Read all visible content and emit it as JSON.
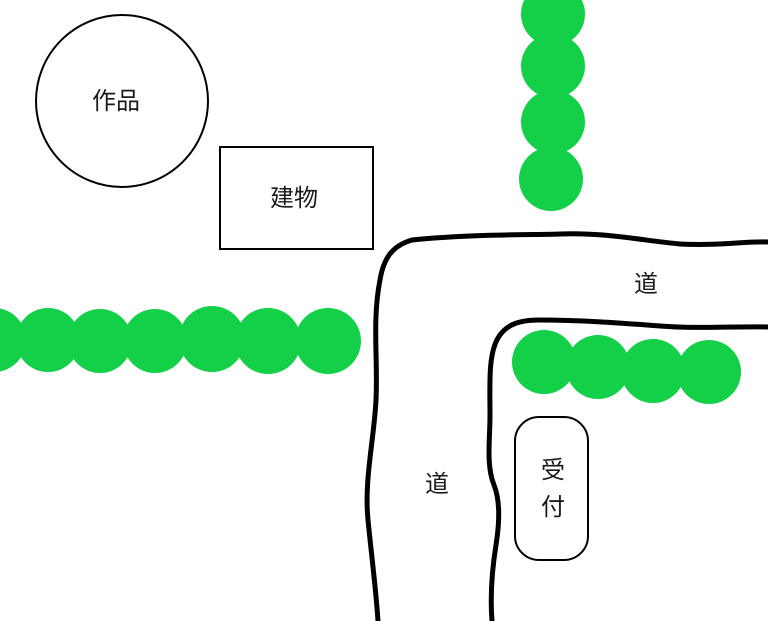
{
  "map": {
    "colors": {
      "tree": "#13d048",
      "stroke": "#000000",
      "background": "#ffffff"
    },
    "labels": {
      "artwork": "作品",
      "building": "建物",
      "road_top": "道",
      "road_left": "道",
      "reception_line1": "受",
      "reception_line2": "付"
    },
    "tree_rows": [
      {
        "name": "top-vertical",
        "count": 4
      },
      {
        "name": "left-horizontal",
        "count": 7
      },
      {
        "name": "reception-horizontal",
        "count": 4
      }
    ]
  }
}
